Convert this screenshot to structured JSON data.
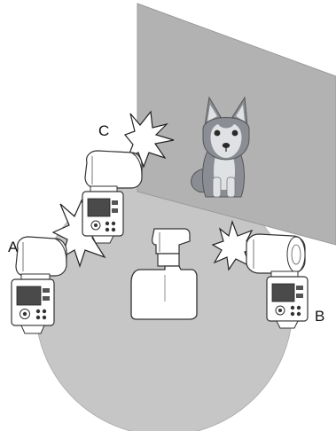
{
  "diagram": {
    "flashes": [
      {
        "id": "A",
        "label": "A"
      },
      {
        "id": "B",
        "label": "B"
      },
      {
        "id": "C",
        "label": "C"
      }
    ],
    "subject": "dog",
    "colors": {
      "floor": "#c6c6c6",
      "backdrop": "#b2b2b2",
      "flash_body": "#ffffff",
      "flash_screen": "#4a4a4a",
      "dog_fur": "#8a8d94",
      "dog_light": "#dfe1e4",
      "outline": "#333333"
    }
  }
}
